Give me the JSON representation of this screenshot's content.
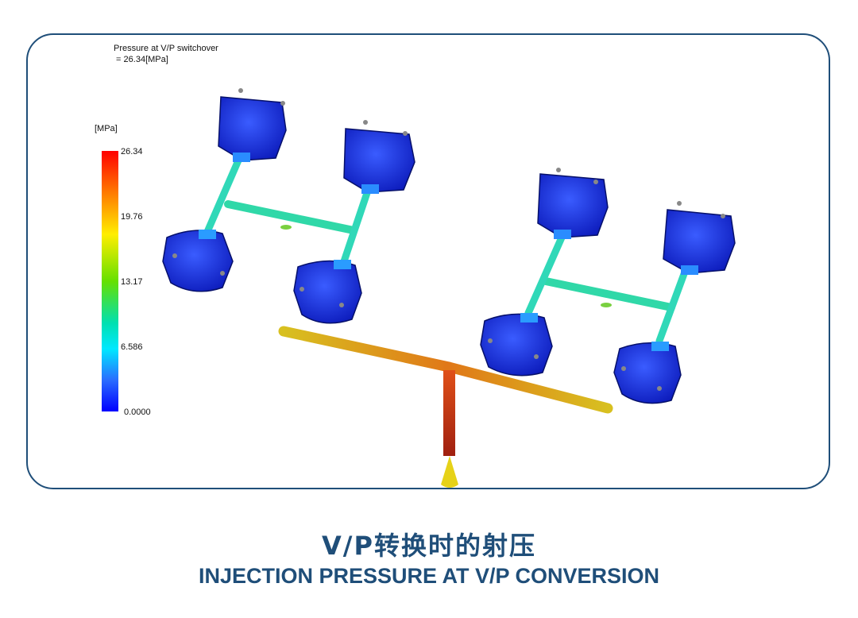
{
  "result_title": {
    "line1": "Pressure at V/P switchover",
    "line2": " = 26.34[MPa]"
  },
  "legend": {
    "unit": "[MPa]",
    "ticks": [
      "26.34",
      "19.76",
      "13.17",
      "6.586",
      "0.0000"
    ],
    "max_color": "#ff0000",
    "min_color": "#0000ff"
  },
  "caption": {
    "chinese": "V/P转换时的射压",
    "english": "INJECTION PRESSURE AT V/P CONVERSION"
  },
  "colors": {
    "frame": "#1f4e79",
    "part": "#1a2fe0",
    "gate": "#3be0d8",
    "runner_branch": "#2fd9a0",
    "runner_main": "#e0a020",
    "sprue": "#c43a10"
  }
}
